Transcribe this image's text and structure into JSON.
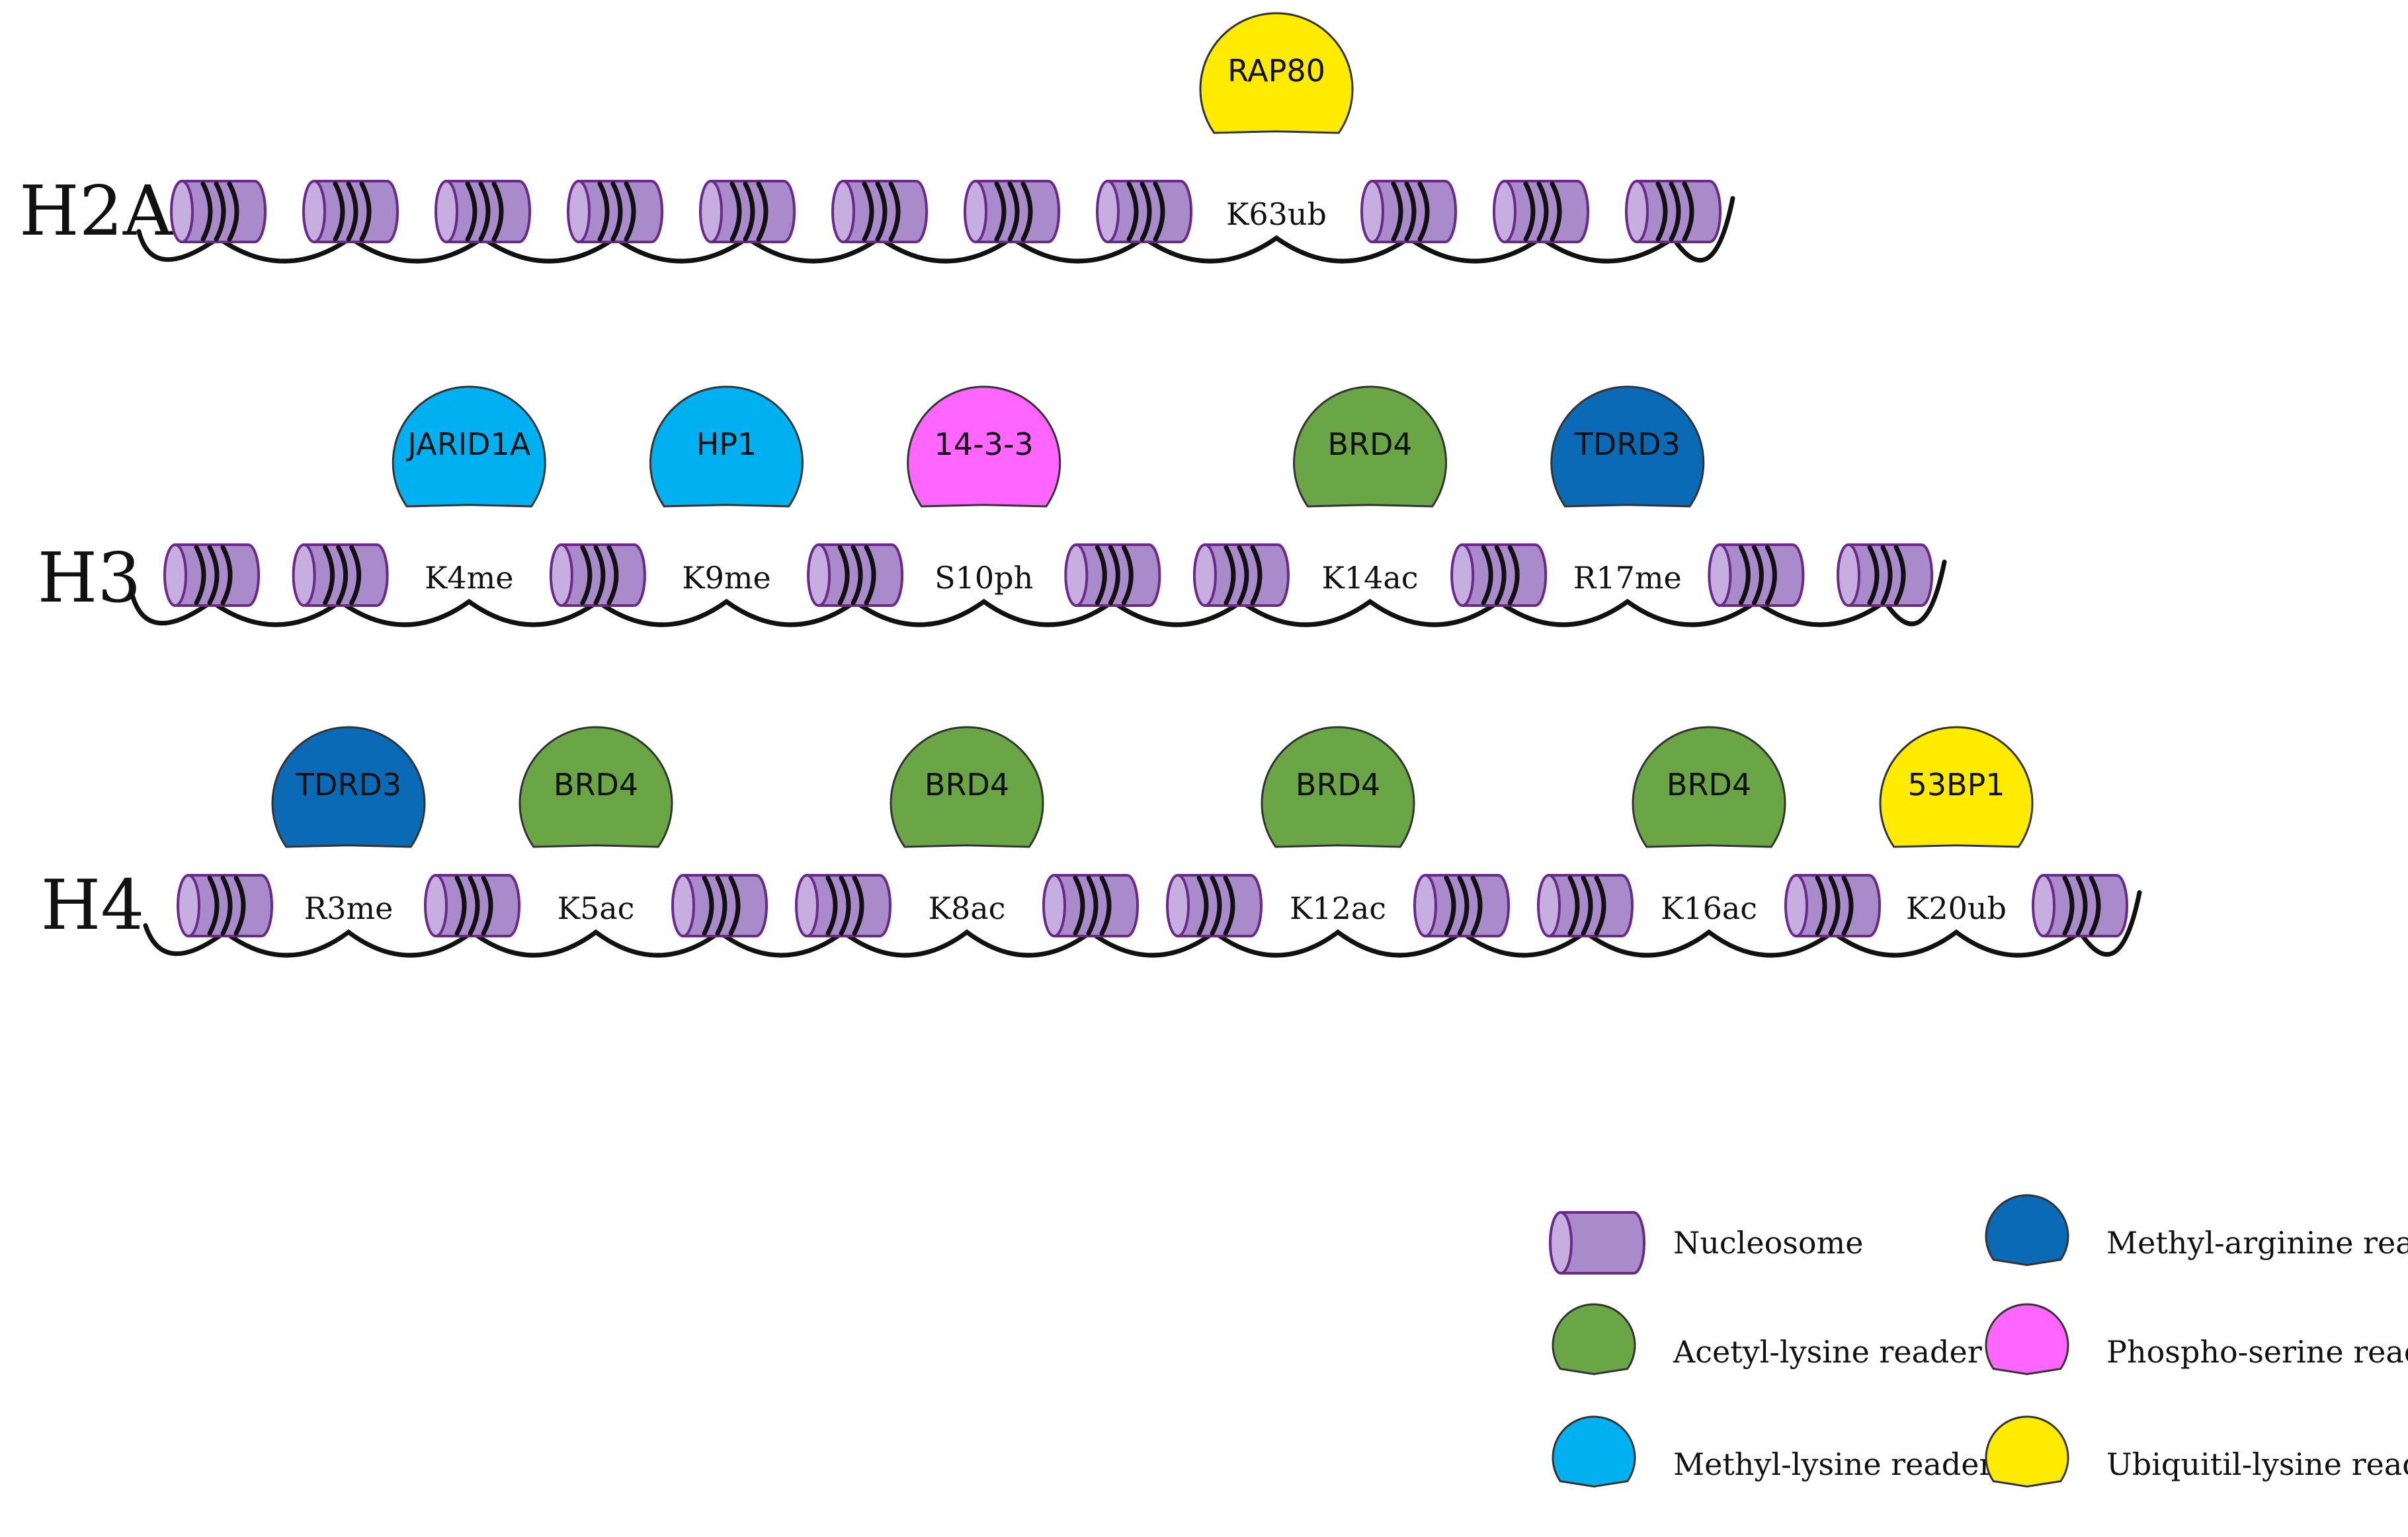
{
  "colors": {
    "nucleosome_fill": "#a98bcb",
    "nucleosome_cap": "#c6aee0",
    "nucleosome_stroke": "#6b2a8a",
    "acetyl_lysine": "#6aa646",
    "methyl_lysine": "#00b0f0",
    "methyl_arginine": "#0b6ab5",
    "phospho_serine": "#ff66ff",
    "ubiquitin_lysine": "#ffeb00"
  },
  "rows": [
    {
      "label": "H2A",
      "sites": [
        {
          "name": "K63ub",
          "reader": "RAP80",
          "type": "ubiquitin_lysine"
        }
      ]
    },
    {
      "label": "H3",
      "sites": [
        {
          "name": "K4me",
          "reader": "JARID1A",
          "type": "methyl_lysine"
        },
        {
          "name": "K9me",
          "reader": "HP1",
          "type": "methyl_lysine"
        },
        {
          "name": "S10ph",
          "reader": "14-3-3",
          "type": "phospho_serine"
        },
        {
          "name": "K14ac",
          "reader": "BRD4",
          "type": "acetyl_lysine"
        },
        {
          "name": "R17me",
          "reader": "TDRD3",
          "type": "methyl_arginine"
        }
      ]
    },
    {
      "label": "H4",
      "sites": [
        {
          "name": "R3me",
          "reader": "TDRD3",
          "type": "methyl_arginine"
        },
        {
          "name": "K5ac",
          "reader": "BRD4",
          "type": "acetyl_lysine"
        },
        {
          "name": "K8ac",
          "reader": "BRD4",
          "type": "acetyl_lysine"
        },
        {
          "name": "K12ac",
          "reader": "BRD4",
          "type": "acetyl_lysine"
        },
        {
          "name": "K16ac",
          "reader": "BRD4",
          "type": "acetyl_lysine"
        },
        {
          "name": "K20ub",
          "reader": "53BP1",
          "type": "ubiquitin_lysine"
        }
      ]
    }
  ],
  "legend": [
    {
      "label": "Nucleosome",
      "kind": "nucleosome"
    },
    {
      "label": "Acetyl-lysine reader",
      "kind": "acetyl_lysine"
    },
    {
      "label": "Methyl-lysine reader",
      "kind": "methyl_lysine"
    },
    {
      "label": "Methyl-arginine reader",
      "kind": "methyl_arginine"
    },
    {
      "label": "Phospho-serine reader",
      "kind": "phospho_serine"
    },
    {
      "label": "Ubiquitil-lysine reader",
      "kind": "ubiquitin_lysine"
    }
  ]
}
